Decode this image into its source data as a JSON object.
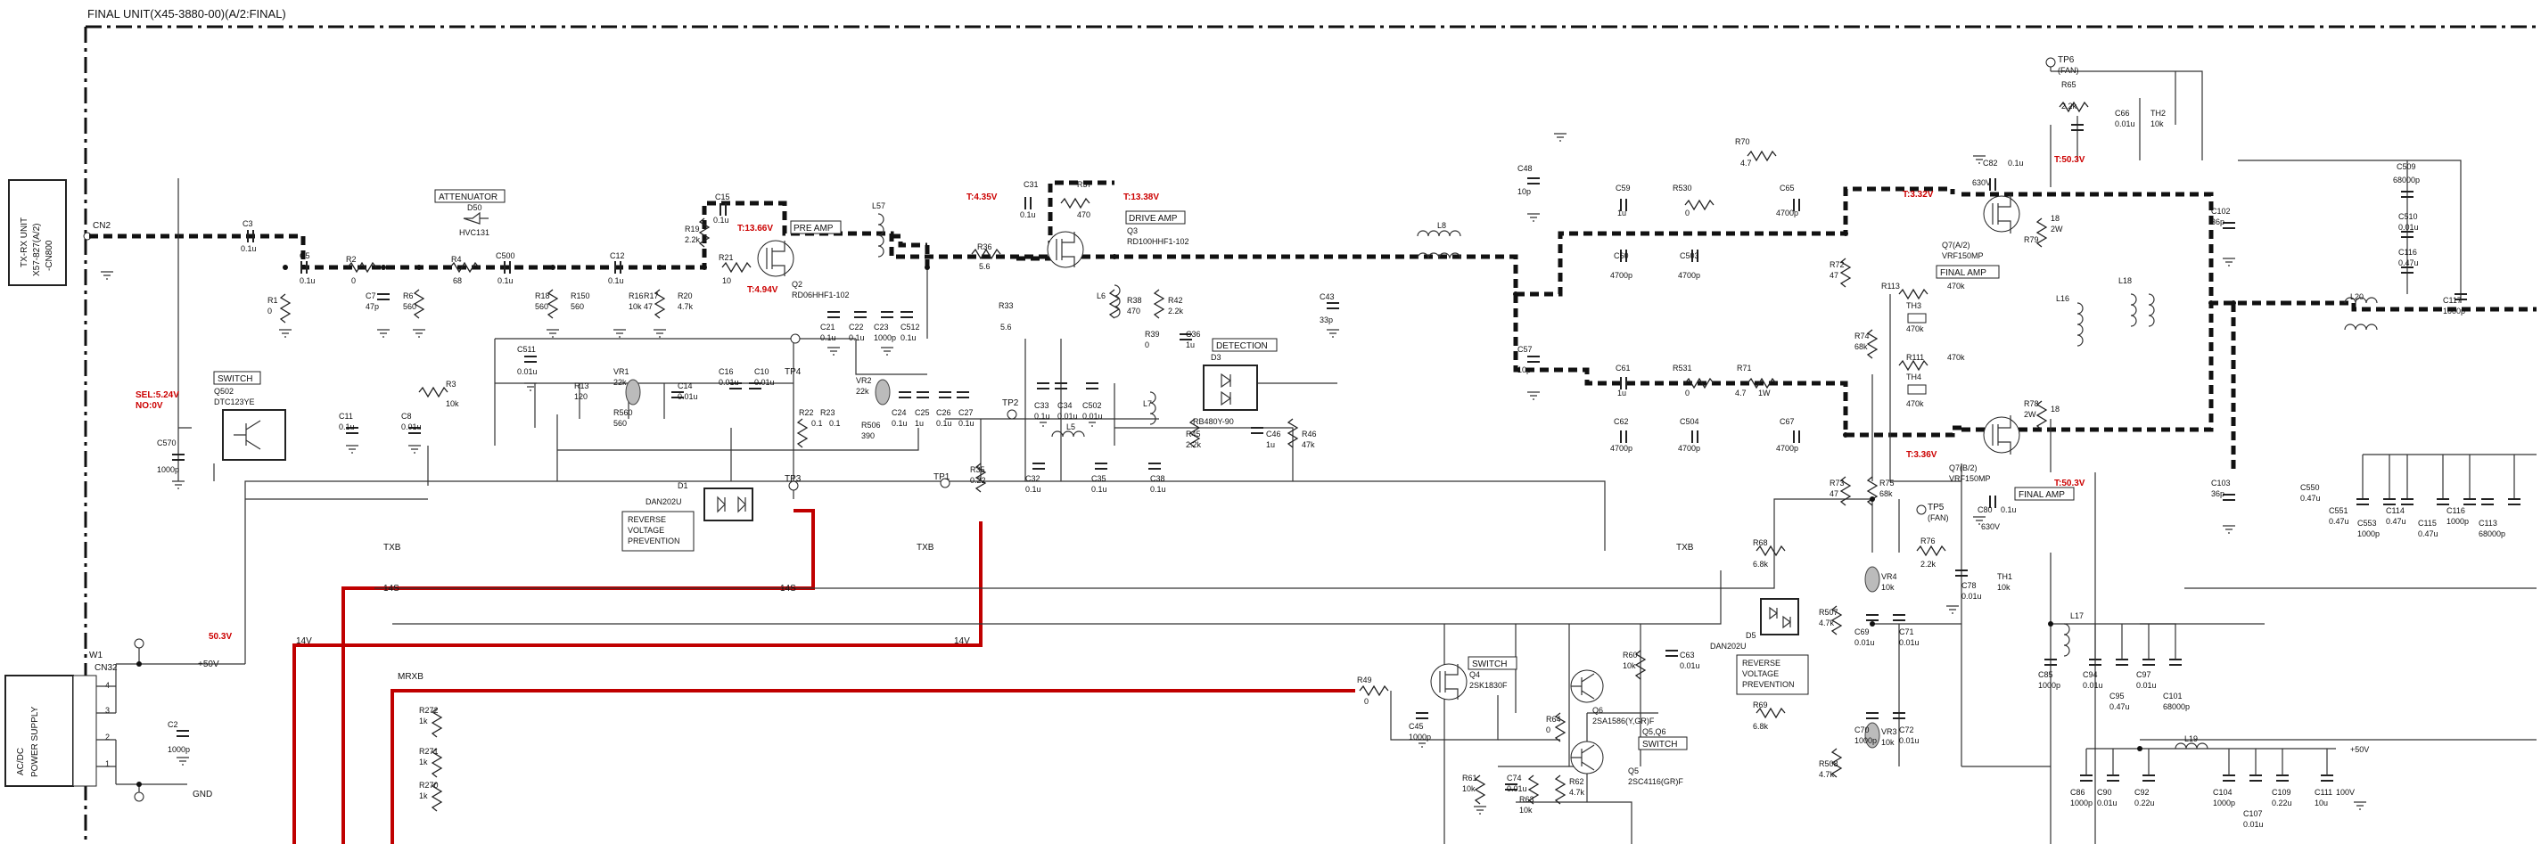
{
  "title": "FINAL UNIT(X45-3880-00)(A/2:FINAL)",
  "connectors": {
    "txrx_unit": [
      "TX-RX UNIT",
      "X57-827(A/2)",
      "-CN800"
    ],
    "cn2": "CN2",
    "power_supply": [
      "AC/DC",
      "POWER SUPPLY"
    ],
    "w1": "W1",
    "cn32": "CN32",
    "cn32_pins": [
      "4",
      "3",
      "2",
      "1"
    ],
    "plus50v": "+50V",
    "gnd": "GND",
    "plus50v_right": "+50V"
  },
  "section_labels": {
    "attenuator": "ATTENUATOR",
    "switch_q502": "SWITCH",
    "pre_amp": "PRE AMP",
    "drive_amp": "DRIVE AMP",
    "detection": "DETECTION",
    "reverse_voltage_1": [
      "REVERSE",
      "VOLTAGE",
      "PREVENTION"
    ],
    "reverse_voltage_2": [
      "REVERSE",
      "VOLTAGE",
      "PREVENTION"
    ],
    "final_amp_1": "FINAL AMP",
    "final_amp_2": "FINAL AMP",
    "switch_q4": "SWITCH",
    "switch_q56": "SWITCH"
  },
  "voltages": {
    "sel": "SEL:5.24V",
    "no": "NO:0V",
    "t_13_66": "T:13.66V",
    "t_4_94": "T:4.94V",
    "t_4_35": "T:4.35V",
    "t_13_38": "T:13.38V",
    "t_3_32": "T:3.32V",
    "t_3_36": "T:3.36V",
    "t_50_3_top": "T:50.3V",
    "t_50_3_bot": "T:50.3V",
    "v_50_3": "50.3V"
  },
  "nets": {
    "txb_1": "TXB",
    "txb_2": "TXB",
    "txb_3": "TXB",
    "s14_1": "14S",
    "s14_2": "14S",
    "v14_1": "14V",
    "v14_2": "14V",
    "mrxb": "MRXB",
    "tp1": "TP1",
    "tp2": "TP2",
    "tp3": "TP3",
    "tp4": "TP4",
    "tp5": "TP5",
    "tp5_sub": "(FAN)",
    "tp6": "TP6",
    "tp6_sub": "(FAN)"
  },
  "components": {
    "c3": [
      "C3",
      "0.1u"
    ],
    "c5": [
      "C5",
      "0.1u"
    ],
    "r1": [
      "R1",
      "0"
    ],
    "r2": [
      "R2",
      "0"
    ],
    "c7": [
      "C7",
      "47p"
    ],
    "r6": [
      "R6",
      "560"
    ],
    "d50": [
      "D50",
      "HVC131"
    ],
    "r4": [
      "R4",
      "68"
    ],
    "c500": [
      "C500",
      "0.1u"
    ],
    "r18": [
      "R18",
      "560"
    ],
    "r150": [
      "R150",
      "560"
    ],
    "c12": [
      "C12",
      "0.1u"
    ],
    "r16": [
      "R16",
      "10k"
    ],
    "r17": [
      "R17",
      "47"
    ],
    "r20": [
      "R20",
      "4.7k"
    ],
    "r19": [
      "R19",
      "2.2k"
    ],
    "c15": [
      "C15",
      "0.1u"
    ],
    "r21": [
      "R21",
      "10"
    ],
    "q2": [
      "Q2",
      "RD06HHF1-102"
    ],
    "l57": "L57",
    "c11": [
      "C11",
      "0.1u"
    ],
    "c8": [
      "C8",
      "0.01u"
    ],
    "r3": [
      "R3",
      "10k"
    ],
    "q502": [
      "Q502",
      "DTC123YE"
    ],
    "c511": [
      "C511",
      "0.01u"
    ],
    "r13": [
      "R13",
      "120"
    ],
    "vr1": [
      "VR1",
      "22k"
    ],
    "r560": [
      "R560",
      "560"
    ],
    "c14": [
      "C14",
      "0.01u"
    ],
    "c16": [
      "C16",
      "0.01u"
    ],
    "c10": [
      "C10",
      "0.01u"
    ],
    "c570": [
      "C570",
      "1000p"
    ],
    "d1": [
      "D1",
      "DAN202U"
    ],
    "r22": [
      "R22",
      "0.1"
    ],
    "r23": [
      "R23",
      "0.1"
    ],
    "vr2": [
      "VR2",
      "22k"
    ],
    "r506": [
      "R506",
      "390"
    ],
    "c21": [
      "C21",
      "0.1u"
    ],
    "c22": [
      "C22",
      "0.1u"
    ],
    "c23": [
      "C23",
      "1000p"
    ],
    "c512": [
      "C512",
      "0.1u"
    ],
    "c24": [
      "C24",
      "0.1u"
    ],
    "c25": [
      "C25",
      "1u"
    ],
    "c26": [
      "C26",
      "0.1u"
    ],
    "c27": [
      "C27",
      "0.1u"
    ],
    "r36": [
      "R36",
      "5.6"
    ],
    "r33": [
      "R33",
      "5.6"
    ],
    "r35": [
      "R35",
      "0.22"
    ],
    "c31": [
      "C31",
      "0.1u"
    ],
    "r37": [
      "R37",
      "470"
    ],
    "q3": [
      "Q3",
      "RD100HHF1-102"
    ],
    "c33": [
      "C33",
      "0.1u"
    ],
    "c34": [
      "C34",
      "0.01u"
    ],
    "c502": [
      "C502",
      "0.01u"
    ],
    "l6": "L6",
    "r38": [
      "R38",
      "470"
    ],
    "r42": [
      "R42",
      "2.2k"
    ],
    "r39": [
      "R39",
      "0"
    ],
    "c36": [
      "C36",
      "1u"
    ],
    "d3": [
      "D3",
      "RB480Y-90"
    ],
    "r45": [
      "R45",
      "2.2k"
    ],
    "c46": [
      "C46",
      "1u"
    ],
    "r46": [
      "R46",
      "47k"
    ],
    "c32": [
      "C32",
      "0.1u"
    ],
    "c35": [
      "C35",
      "0.1u"
    ],
    "c38": [
      "C38",
      "0.1u"
    ],
    "l5": "L5",
    "l7": "L7",
    "c43": [
      "C43",
      "33p"
    ],
    "l8": "L8",
    "c48": [
      "C48",
      "10p"
    ],
    "c59": [
      "C59",
      "1u"
    ],
    "r530": [
      "R530",
      "0"
    ],
    "r70": [
      "R70",
      "4.7"
    ],
    "c65": [
      "C65",
      "4700p"
    ],
    "c60": [
      "C60",
      "4700p"
    ],
    "c503": [
      "C503",
      "4700p"
    ],
    "c57": [
      "C57",
      "10p"
    ],
    "c61": [
      "C61",
      "1u"
    ],
    "r531": [
      "R531",
      "0"
    ],
    "r71": [
      "R71",
      "4.7",
      "1W"
    ],
    "c62": [
      "C62",
      "4700p"
    ],
    "c504": [
      "C504",
      "4700p"
    ],
    "c67": [
      "C67",
      "4700p"
    ],
    "r72": [
      "R72",
      "47"
    ],
    "r74": [
      "R74",
      "68k"
    ],
    "r73": [
      "R73",
      "47"
    ],
    "r75": [
      "R75",
      "68k"
    ],
    "r113": [
      "R113",
      "470k"
    ],
    "th3": [
      "TH3",
      "470k"
    ],
    "r111": [
      "R111",
      "470k"
    ],
    "th4": [
      "TH4",
      "470k"
    ],
    "q7a": [
      "Q7(A/2)",
      "VRF150MP"
    ],
    "q7b": [
      "Q7(B/2)",
      "VRF150MP"
    ],
    "c82": [
      "C82",
      "630V",
      "0.1u"
    ],
    "c80": [
      "C80",
      "630V",
      "0.1u"
    ],
    "r78": [
      "R78",
      "2W",
      "18"
    ],
    "r79": [
      "R79",
      "2W",
      "18"
    ],
    "l16": "L16",
    "l18": "L18",
    "l20": "L20",
    "c102": [
      "C102",
      "36p"
    ],
    "c103": [
      "C103",
      "36p"
    ],
    "c509": [
      "C509",
      "68000p"
    ],
    "c510": [
      "C510",
      "0.01u"
    ],
    "c116": [
      "C116",
      "0.47u"
    ],
    "c117": [
      "C117",
      "1000p"
    ],
    "tp6_parts": [
      "R65",
      "2.2k",
      "C66",
      "0.01u",
      "TH2",
      "10k"
    ],
    "r76": [
      "R76",
      "2.2k"
    ],
    "c78": [
      "C78",
      "0.01u"
    ],
    "th1": [
      "TH1",
      "10k"
    ],
    "r68": [
      "R68",
      "6.8k"
    ],
    "r69": [
      "R69",
      "6.8k"
    ],
    "vr4": [
      "VR4",
      "10k"
    ],
    "r507": [
      "R507",
      "4.7k"
    ],
    "c69": [
      "C69",
      "0.01u"
    ],
    "c71": [
      "C71",
      "0.01u"
    ],
    "vr3": [
      "VR3",
      "10k"
    ],
    "r508": [
      "R508",
      "4.7k"
    ],
    "c70": [
      "C70",
      "1000p"
    ],
    "c72": [
      "C72",
      "0.01u"
    ],
    "d5": [
      "D5",
      "DAN202U"
    ],
    "r49": [
      "R49",
      "0"
    ],
    "q4": [
      "Q4",
      "2SK1830F"
    ],
    "c45": [
      "C45",
      "1000p"
    ],
    "q6": [
      "Q6",
      "2SA1586(Y,GR)F"
    ],
    "q5": [
      "Q5",
      "2SC4116(GR)F"
    ],
    "q56": "Q5,Q6",
    "r60": [
      "R60",
      "10k"
    ],
    "c63": [
      "C63",
      "0.01u"
    ],
    "r64": [
      "R64",
      "0"
    ],
    "r61": [
      "R61",
      "10k"
    ],
    "c74": [
      "C74",
      "0.01u"
    ],
    "r63": [
      "R63",
      "10k"
    ],
    "r62": [
      "R62",
      "4.7k"
    ],
    "r272": [
      "R272",
      "1k"
    ],
    "r271": [
      "R271",
      "1k"
    ],
    "r270": [
      "R270",
      "1k"
    ],
    "c2": [
      "C2",
      "1000p"
    ],
    "l17": "L17",
    "l19": "L19",
    "bank_right_top": [
      "C550",
      "0.47u",
      "C551",
      "0.47u",
      "C553",
      "1000p",
      "C114",
      "0.47u",
      "C115",
      "0.47u",
      "C116",
      "1000p",
      "C113",
      "68000p"
    ],
    "bank_mid": [
      "C85",
      "1000p",
      "C94",
      "0.01u",
      "C95",
      "0.47u",
      "C97",
      "0.01u",
      "C101",
      "68000p"
    ],
    "bank_bottom": [
      "C86",
      "1000p",
      "C90",
      "0.01u",
      "C92",
      "0.22u",
      "C104",
      "1000p",
      "C107",
      "0.01u",
      "C109",
      "0.22u",
      "C111",
      "10u",
      "100V"
    ]
  }
}
